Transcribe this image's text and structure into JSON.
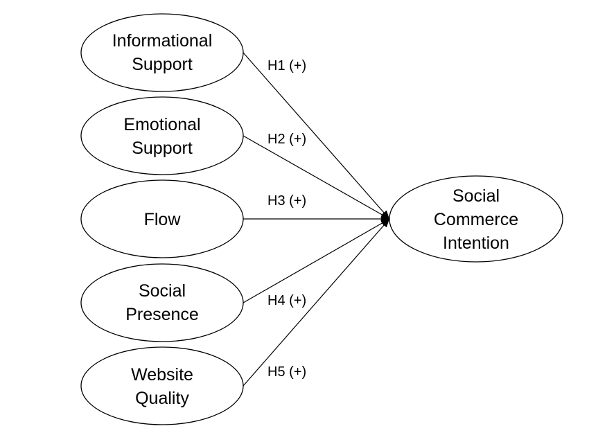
{
  "diagram": {
    "colors": {
      "stroke": "#000000",
      "background": "#ffffff",
      "text": "#000000"
    },
    "constructs": [
      {
        "id": "informational-support",
        "lines": [
          "Informational",
          "Support"
        ]
      },
      {
        "id": "emotional-support",
        "lines": [
          "Emotional",
          "Support"
        ]
      },
      {
        "id": "flow",
        "lines": [
          "Flow"
        ]
      },
      {
        "id": "social-presence",
        "lines": [
          "Social",
          "Presence"
        ]
      },
      {
        "id": "website-quality",
        "lines": [
          "Website",
          "Quality"
        ]
      }
    ],
    "outcome": {
      "id": "social-commerce-intention",
      "lines": [
        "Social",
        "Commerce",
        "Intention"
      ]
    },
    "hypotheses": [
      {
        "label": "H1 (+)",
        "from": "informational-support"
      },
      {
        "label": "H2 (+)",
        "from": "emotional-support"
      },
      {
        "label": "H3 (+)",
        "from": "flow"
      },
      {
        "label": "H4 (+)",
        "from": "social-presence"
      },
      {
        "label": "H5 (+)",
        "from": "website-quality"
      }
    ]
  }
}
